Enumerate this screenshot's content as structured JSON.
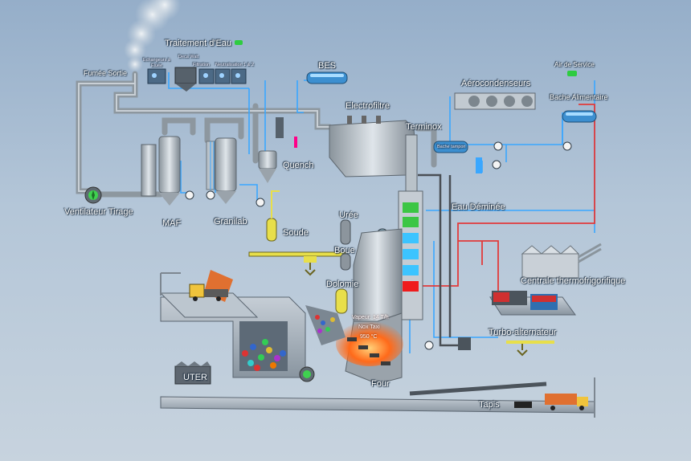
{
  "labels": {
    "traitement_eau": "Traitement d'Eau",
    "fumee_sortie": "Fumée Sortie",
    "bes": "BES",
    "air_service": "Air de Service",
    "aerocondenseurs": "Aérocondenseurs",
    "bache_alimentaire": "Bache Alimentaire",
    "electrofiltre": "Electrofiltre",
    "terminox": "Terminox",
    "quench": "Quench",
    "ventilateur_tirage": "Ventilateur Tirage",
    "maf": "MAF",
    "granilab": "Granilab",
    "soude": "Soude",
    "uree": "Urée",
    "boue": "Boue",
    "dolomie": "Dolomie",
    "eau_deminee": "Eau Déminée",
    "centrale": "Centrale thermofrigorifique",
    "turbo": "Turbo-alternateur",
    "uter": "UTER",
    "four": "Four",
    "tapis": "Tapis",
    "wt_sub1": "Echangeurs à",
    "wt_sub1b": "Eluée",
    "wt_sub2": "Deca Walt",
    "wt_sub3": "Filtration",
    "wt_sub4": "Neutralisation 1 & 2",
    "bache_tampon": "Bache tampon"
  },
  "readings": {
    "vapeur": "Vapeur: 14 T/h",
    "nox": "Nox Taxi",
    "temperature": "950 °C"
  },
  "colors": {
    "water": "#3aa7ff",
    "steam": "#e23a3a",
    "flue": "#9aa4ab",
    "chemical": "#e8df4a",
    "status_on": "#2ecc40",
    "fire": "#ff6a1a"
  },
  "icons": [
    "smokestack-plume",
    "fan-icon",
    "status-led-icon",
    "truck-icon",
    "factory-icon",
    "crane-claw-icon"
  ]
}
